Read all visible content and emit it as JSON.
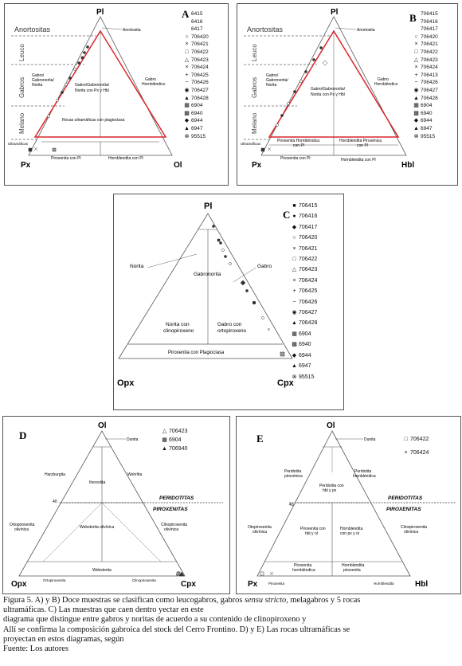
{
  "panelA": {
    "letter": "A",
    "vertices": {
      "top": "Pl",
      "left": "Px",
      "right": "Ol"
    },
    "side_labels": {
      "leuco": "Leuco",
      "gabros": "Gabros",
      "melano": "Melano"
    },
    "fields": {
      "anortositas": "Anortositas",
      "anortosita": "Anortosita",
      "gabro_l1": "Gabro/",
      "gabro_l2": "Gabronorita/",
      "gabro_l3": "Norita",
      "gabro_horn_l1": "Gabro",
      "gabro_horn_l2": "Hornbléndico",
      "gabro_px_l1": "Gabro/Gabronorita/",
      "gabro_px_l2": "Norita  con Px y Hbl",
      "rocas_ultra": "Rocas ultramáficas con plagioclasa",
      "ultramaficas": "Ultramáficas",
      "piroxenita_pl": "Piroxenita con Pl",
      "hornblendita_pl": "Hornblendita con Pl"
    },
    "legend": [
      "6415",
      "6416",
      "6417",
      "706420",
      "706421",
      "706422",
      "706423",
      "706424",
      "706425",
      "706426",
      "706427",
      "706428",
      "6904",
      "6940",
      "6944",
      "6947",
      "95515"
    ]
  },
  "panelB": {
    "letter": "B",
    "vertices": {
      "top": "Pl",
      "left": "Px",
      "right": "Hbl"
    },
    "side_labels": {
      "leuco": "Leuco",
      "gabros": "Gabros",
      "melano": "Melano"
    },
    "fields": {
      "anortositas": "Anortositas",
      "anortosita": "Anortosita",
      "gabro_l1": "Gabro/",
      "gabro_l2": "Gabronorita/",
      "gabro_l3": "Norita",
      "gabro_horn_l1": "Gabro",
      "gabro_horn_l2": "Hornbléndico",
      "gabro_px_l1": "Gabro/Gabronorita/",
      "gabro_px_l2": "Norita  con Px y Hbl",
      "pir_horn_l1": "Piroxenita Hornbléndica",
      "pir_horn_l2": "con Pl",
      "horn_pir_l1": "Hornblendita Piroxénica",
      "horn_pir_l2": "con Pl",
      "ultramaficas": "Ultramáficas",
      "piroxenita_pl": "Piroxenita con Pl",
      "hornblendita_pl": "Hornblendita con Pl"
    },
    "legend": [
      "706415",
      "706416",
      "706417",
      "706420",
      "706421",
      "706422",
      "706423",
      "706424",
      "706413",
      "706426",
      "706427",
      "706428",
      "6904",
      "6940",
      "6944",
      "6947",
      "95515"
    ]
  },
  "panelC": {
    "letter": "C",
    "vertices": {
      "top": "Pl",
      "left": "Opx",
      "right": "Cpx"
    },
    "fields": {
      "norita": "Norita",
      "gabro": "Gabro",
      "gabronorita": "Gabronorita",
      "norita_clino_l1": "Norita con",
      "norita_clino_l2": "clinopiroxeno",
      "gabro_orto_l1": "Gabro con",
      "gabro_orto_l2": "ortopiroxeno",
      "pirox_plag": "Piroxenita con Plagioclasa"
    },
    "legend": [
      "706415",
      "706416",
      "706417",
      "706420",
      "706421",
      "706422",
      "706423",
      "706424",
      "706425",
      "706426",
      "706427",
      "706428",
      "6904",
      "6940",
      "6944",
      "6947",
      "95515"
    ]
  },
  "panelD": {
    "letter": "D",
    "vertices": {
      "top": "Ol",
      "left": "Opx",
      "right": "Cpx"
    },
    "fields": {
      "dunita": "Dunita",
      "harzburgita": "Harzburgita",
      "iherzolita": "Iherzolita",
      "wehrlita": "Wehrlita",
      "peridotitas": "PERIDOTITAS",
      "piroxenitas": "PIROXENITAS",
      "forty": "40",
      "orto_l1": "Ortopiroxenita",
      "orto_l2": "olivínica",
      "webs_ol": "Websterita  olivínica",
      "clino_l1": "Clinopiroxenita",
      "clino_l2": "olivínica",
      "websterita": "Websterita",
      "ortopiroxenita": "Ortopiroxenita",
      "clinopiroxenita": "Clinopiroxenita"
    },
    "legend": [
      "706423",
      "6904",
      "706940"
    ]
  },
  "panelE": {
    "letter": "E",
    "vertices": {
      "top": "Ol",
      "left": "Px",
      "right": "Hbl"
    },
    "fields": {
      "dunita": "Dunita",
      "perid_pir_l1": "Peridotita",
      "perid_pir_l2": "piroxénica",
      "perid_horn_l1": "Peridotita",
      "perid_horn_l2": "hornbléndica",
      "perid_hbl_l1": "Peridotita con",
      "perid_hbl_l2": "hbl y px",
      "peridotitas": "PERIDOTITAS",
      "piroxenitas": "PIROXENITAS",
      "forty": "40",
      "orto_l1": "Otopiroxenita",
      "orto_l2": "olivínica",
      "pir_hbl_l1": "Piroxenita con",
      "pir_hbl_l2": "hbl y ol",
      "horn_px_l1": "Hornblendita",
      "horn_px_l2": "con px y ol",
      "clino_l1": "Clinopiroxenita",
      "clino_l2": "olivínica",
      "pir_horn_l1": "Piroxenita",
      "pir_horn_l2": "hornbléndica",
      "horn_pir_l1": "Hornblendita",
      "horn_pir_l2": "piroxenita",
      "piroxenita": "Piroxenita",
      "hornblendita": "Hornblendita"
    },
    "legend": [
      "706422",
      "706424"
    ]
  },
  "caption": {
    "line1a": "Figura 5. A) y B) Doce muestras se clasifican como leucogabros, gabros ",
    "line1_em": "sensu stricto,",
    "line1b": " melagabros y 5 rocas",
    "line2": "ultramáficas. C) Las muestras que caen dentro yectar en este",
    "line3": "diagrama que distingue entre gabros y noritas de acuerdo a su contenido de clinopiroxeno y",
    "line4": "Allí se confirma la composición gabroica del stock del Cerro Frontino. D) y E) Las rocas ultramáficas se",
    "line5": "proyectan en estos diagramas, según",
    "line6": " Fuente: Los autores"
  }
}
